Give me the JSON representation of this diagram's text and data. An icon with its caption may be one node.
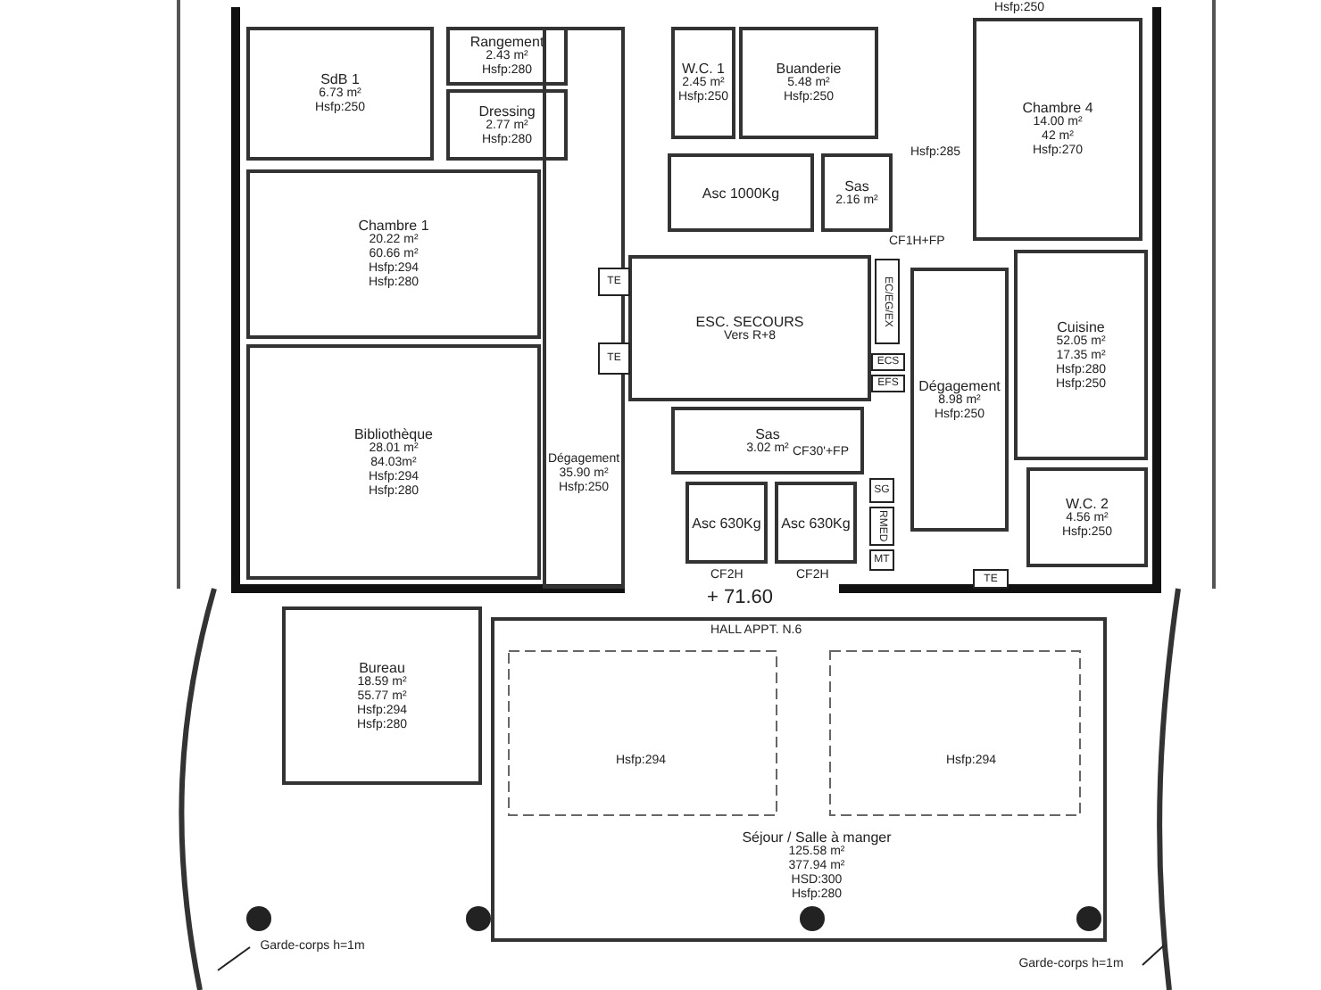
{
  "diagram": {
    "nodes": [
      {
        "text": [
          "SdB 1",
          "6.73 m²",
          "Hsfp:250"
        ]
      },
      {
        "text": [
          "Rangement",
          "2.43 m²",
          "Hsfp:280"
        ]
      },
      {
        "text": [
          "Dressing",
          "2.77 m²",
          "Hsfp:280"
        ]
      },
      {
        "text": [
          "Chambre 1",
          "20.22 m²",
          "60.66 m²",
          "Hsfp:294",
          "Hsfp:280"
        ]
      },
      {
        "text": [
          "Dégagement",
          "35.90 m²",
          "Hsfp:250"
        ]
      },
      {
        "text": [
          "W.C. 1",
          "2.45 m²",
          "Hsfp:250"
        ]
      },
      {
        "text": [
          "Buanderie",
          "5.48 m²",
          "Hsfp:250"
        ]
      },
      {
        "text": [
          "Asc 1000Kg"
        ]
      },
      {
        "text": [
          "Sas",
          "2.16 m²"
        ]
      },
      {
        "text": [
          "ESC. SECOURS",
          "Vers R+8"
        ]
      },
      {
        "text": [
          "TE"
        ]
      },
      {
        "text": [
          "TE"
        ]
      },
      {
        "text": [
          "EC/EG/EX"
        ]
      },
      {
        "text": [
          "ECS"
        ]
      },
      {
        "text": [
          "EFS"
        ]
      },
      {
        "text": [
          "Sas",
          "3.02 m²"
        ]
      },
      {
        "text": [
          "Asc 630Kg"
        ]
      },
      {
        "text": [
          "Asc 630Kg"
        ]
      },
      {
        "text": [
          "SG"
        ]
      },
      {
        "text": [
          "RMED"
        ]
      },
      {
        "text": [
          "MT"
        ]
      },
      {
        "text": [
          "Chambre 4",
          "14.00 m²",
          "42 m²",
          "Hsfp:270"
        ],
        "beside": [
          "Hsfp:250"
        ]
      },
      {
        "text": [
          "Cuisine",
          "52.05 m²",
          "17.35 m²",
          "Hsfp:280",
          "Hsfp:250"
        ]
      },
      {
        "text": [
          "Bibliothèque",
          "28.01 m²",
          "84.03m²",
          "Hsfp:294",
          "Hsfp:280"
        ]
      },
      {
        "text": [
          "Dégagement",
          "8.98 m²",
          "Hsfp:250"
        ]
      },
      {
        "text": [
          "W.C. 2",
          "4.56 m²",
          "Hsfp:250"
        ]
      },
      {
        "text": [
          "TE"
        ]
      },
      {
        "text": [
          "Bureau",
          "18.59 m²",
          "55.77 m²",
          "Hsfp:294",
          "Hsfp:280"
        ]
      },
      {
        "text": [
          "Séjour / Salle à manger",
          "125.58 m²",
          "377.94 m²",
          "HSD:300",
          "Hsfp:280"
        ]
      },
      {
        "text": [
          "Garde-corps h=1m"
        ]
      },
      {
        "text": [
          "Garde-corps h=1m"
        ]
      }
    ],
    "edges": [
      {
        "from": 29,
        "to": null,
        "arrow": "none"
      },
      {
        "from": 30,
        "to": null,
        "arrow": "none"
      }
    ],
    "labels": [
      "Hsfp:285",
      "CF1H+FP",
      "CF30'+FP",
      "CF2H",
      "CF2H",
      "+ 71.60",
      "HALL APPT. N.6",
      "Hsfp:294",
      "Hsfp:294"
    ]
  }
}
